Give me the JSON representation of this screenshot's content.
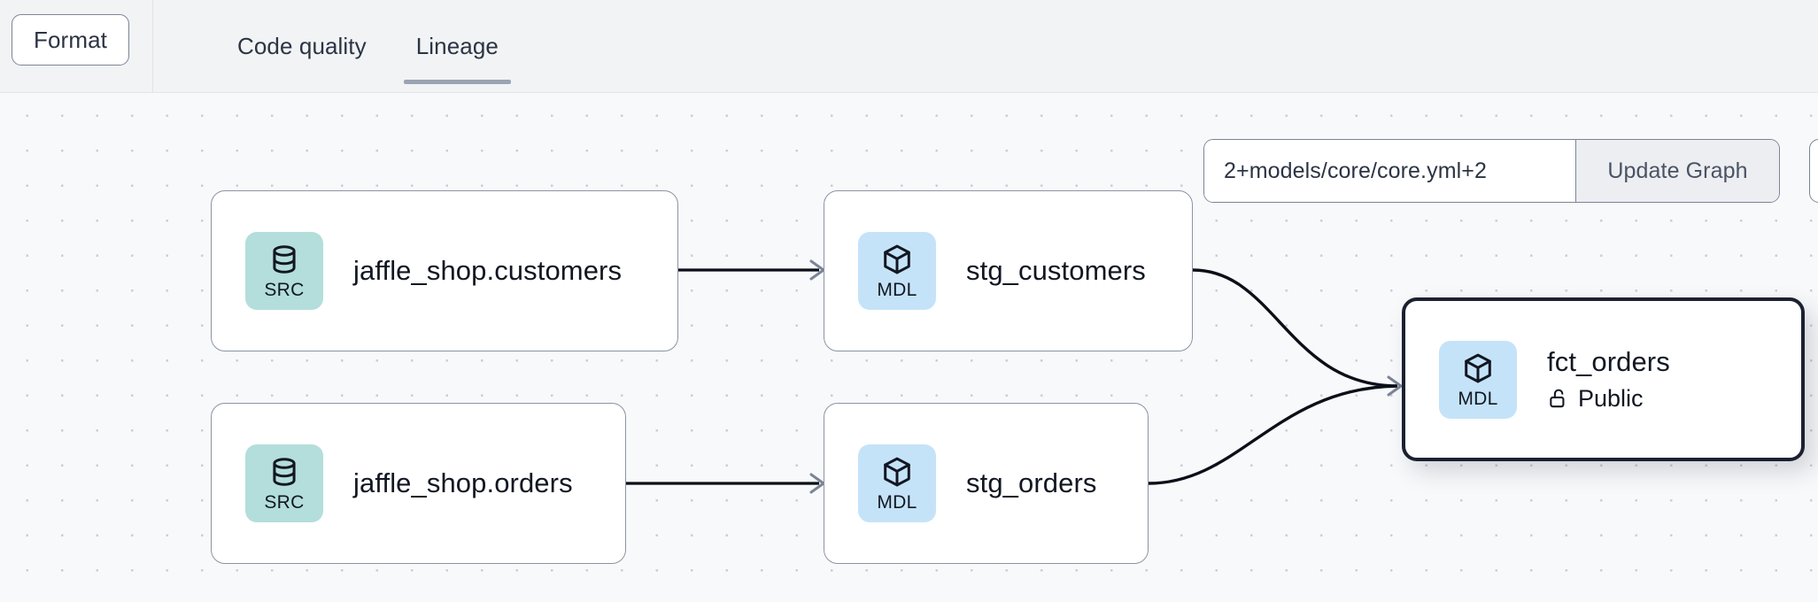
{
  "toolbar": {
    "format_label": "Format",
    "tabs": [
      {
        "label": "Code quality",
        "active": false
      },
      {
        "label": "Lineage",
        "active": true
      }
    ]
  },
  "graph_controls": {
    "selector_value": "2+models/core/core.yml+2",
    "selector_placeholder": "Enter selector",
    "update_button_label": "Update Graph"
  },
  "lineage": {
    "nodes": [
      {
        "id": "jaffle_shop_customers",
        "title": "jaffle_shop.customers",
        "badge": "SRC",
        "badge_kind": "src",
        "selected": false
      },
      {
        "id": "stg_customers",
        "title": "stg_customers",
        "badge": "MDL",
        "badge_kind": "mdl",
        "selected": false
      },
      {
        "id": "jaffle_shop_orders",
        "title": "jaffle_shop.orders",
        "badge": "SRC",
        "badge_kind": "src",
        "selected": false
      },
      {
        "id": "stg_orders",
        "title": "stg_orders",
        "badge": "MDL",
        "badge_kind": "mdl",
        "selected": false
      },
      {
        "id": "fct_orders",
        "title": "fct_orders",
        "badge": "MDL",
        "badge_kind": "mdl",
        "selected": true,
        "access": "Public"
      }
    ],
    "edges": [
      {
        "from": "jaffle_shop.customers",
        "to": "stg_customers"
      },
      {
        "from": "jaffle_shop.orders",
        "to": "stg_orders"
      },
      {
        "from": "stg_customers",
        "to": "fct_orders"
      },
      {
        "from": "stg_orders",
        "to": "fct_orders"
      }
    ]
  },
  "colors": {
    "src_badge": "#b3dedb",
    "mdl_badge": "#c5e3f8",
    "canvas_bg": "#f8f9fb",
    "toolbar_bg": "#f1f3f5",
    "node_border": "#8b93a3",
    "selected_border": "#1b2131",
    "tab_underline": "#9aa4b2",
    "edge": "#0b0f18"
  }
}
